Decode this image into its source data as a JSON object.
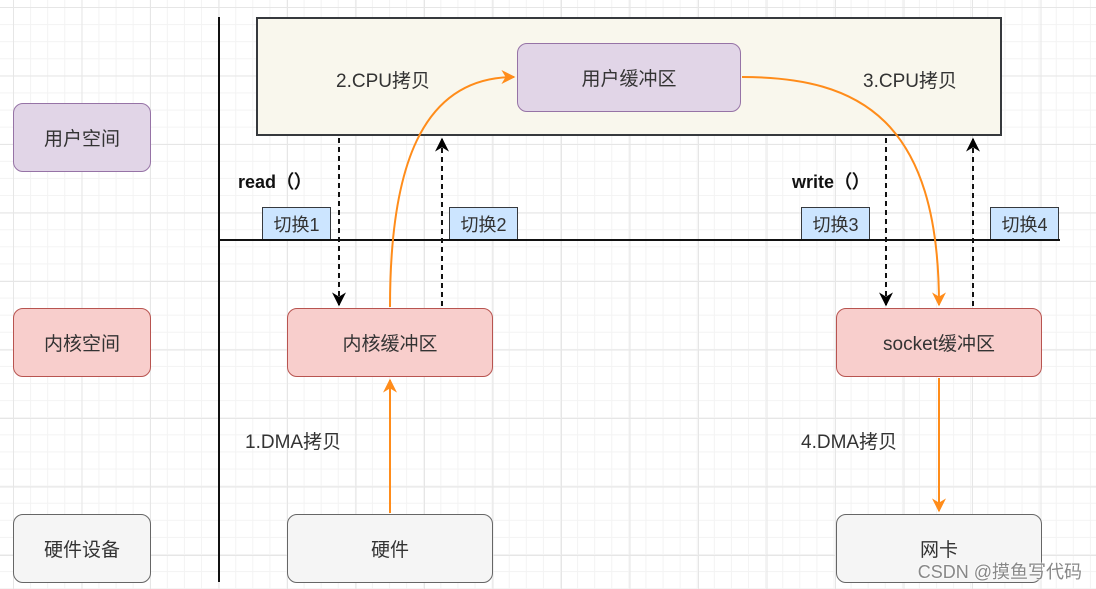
{
  "diagram": {
    "rows": {
      "user_space": "用户空间",
      "kernel_space": "内核空间",
      "hardware_devices": "硬件设备"
    },
    "nodes": {
      "user_buffer": "用户缓冲区",
      "kernel_buffer": "内核缓冲区",
      "socket_buffer": "socket缓冲区",
      "hardware": "硬件",
      "nic": "网卡"
    },
    "steps": {
      "step1": "1.DMA拷贝",
      "step2": "2.CPU拷贝",
      "step3": "3.CPU拷贝",
      "step4": "4.DMA拷贝"
    },
    "calls": {
      "read": "read（）",
      "write": "write（）"
    },
    "switches": [
      "切换1",
      "切换2",
      "切换3",
      "切换4"
    ],
    "colors": {
      "data_flow": "#ff8c1a",
      "context_switch": "#000000",
      "user_row": "#e1d5e7",
      "kernel_row": "#f8cecc",
      "hardware_row": "#f5f5f5",
      "switch_tag": "#cce5ff",
      "user_space_area": "#f9f7ed"
    }
  },
  "watermark": "CSDN @摸鱼写代码"
}
